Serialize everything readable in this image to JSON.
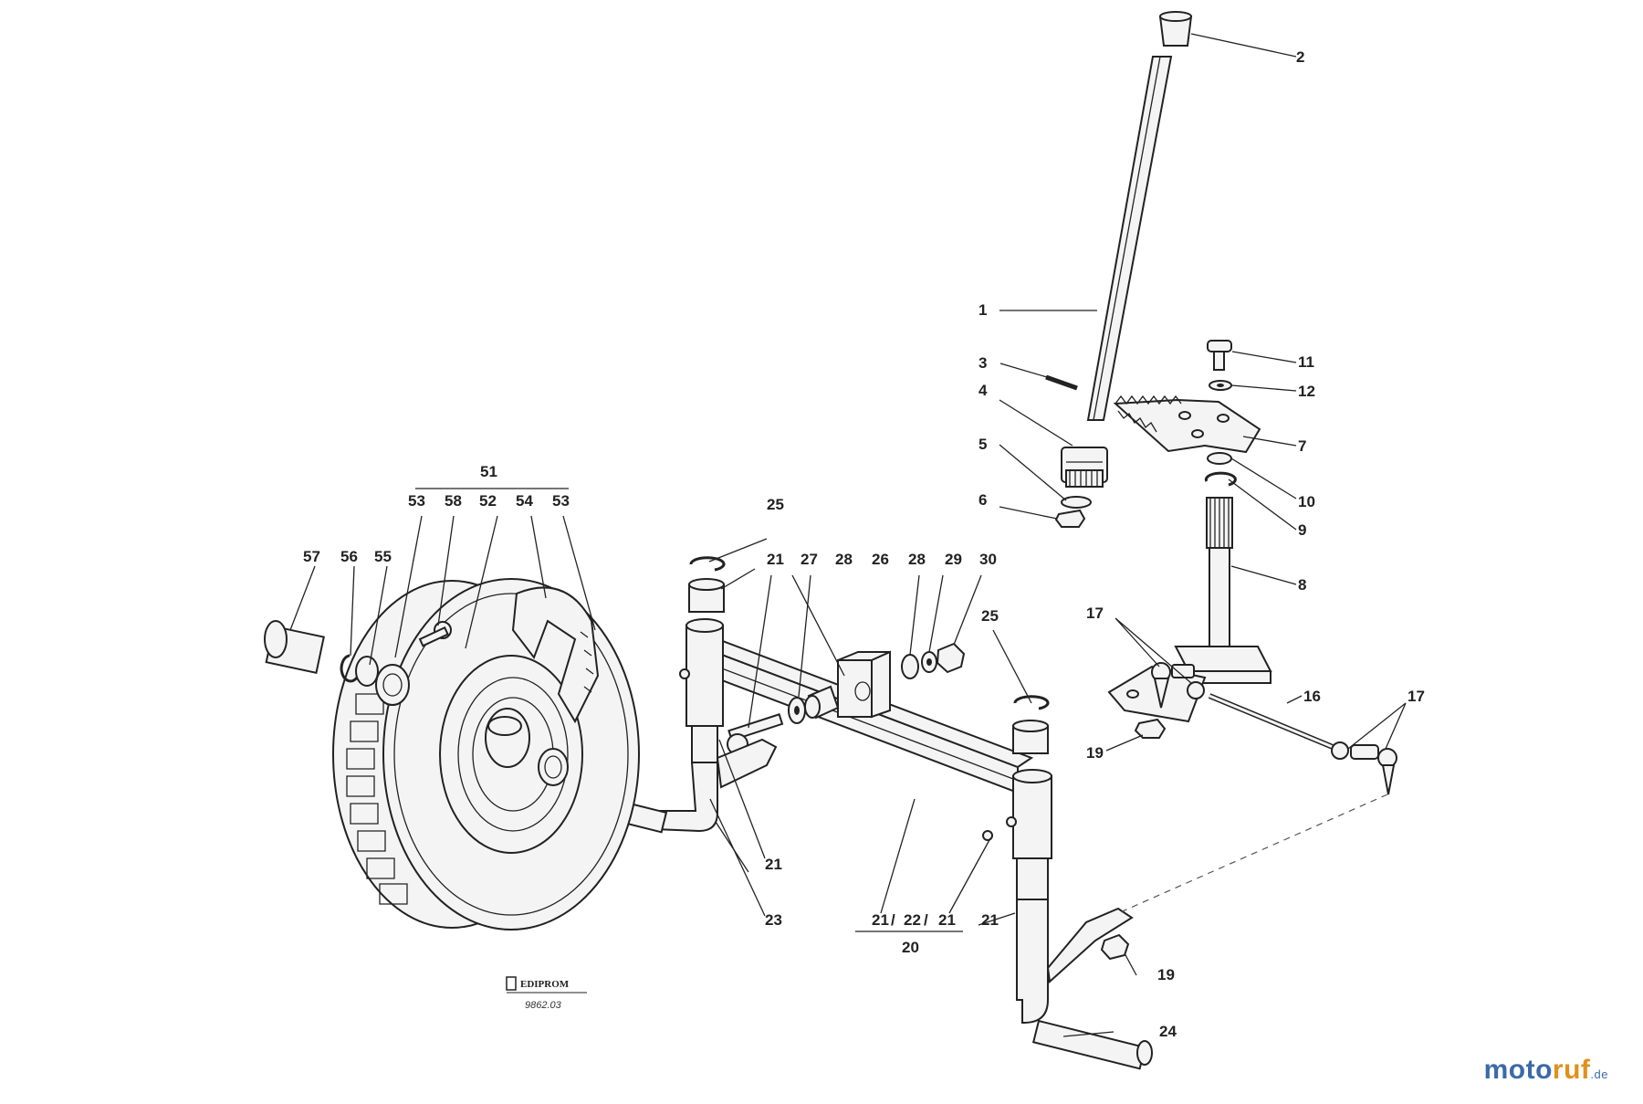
{
  "labels": {
    "l1": "1",
    "l2": "2",
    "l3": "3",
    "l4": "4",
    "l5": "5",
    "l6": "6",
    "l7": "7",
    "l8": "8",
    "l9": "9",
    "l10": "10",
    "l11": "11",
    "l12": "12",
    "l16": "16",
    "l17a": "17",
    "l17b": "17",
    "l19a": "19",
    "l19b": "19",
    "l20": "20",
    "l21a": "21",
    "l21b": "21",
    "l21c": "21",
    "l21d": "21",
    "l21e": "21",
    "l22": "22",
    "l23": "23",
    "l24": "24",
    "l25a": "25",
    "l25b": "25",
    "l26": "26",
    "l27": "27",
    "l28a": "28",
    "l28b": "28",
    "l29": "29",
    "l30": "30",
    "l51": "51",
    "l52": "52",
    "l53a": "53",
    "l53b": "53",
    "l54": "54",
    "l55": "55",
    "l56": "56",
    "l57": "57",
    "l58": "58",
    "sep1": "/",
    "sep2": "/"
  },
  "publisher": {
    "name": "EDIPROM",
    "ref": "9862.03"
  },
  "watermark": {
    "part1": "moto",
    "part2": "ruf",
    "tld": ".de"
  }
}
